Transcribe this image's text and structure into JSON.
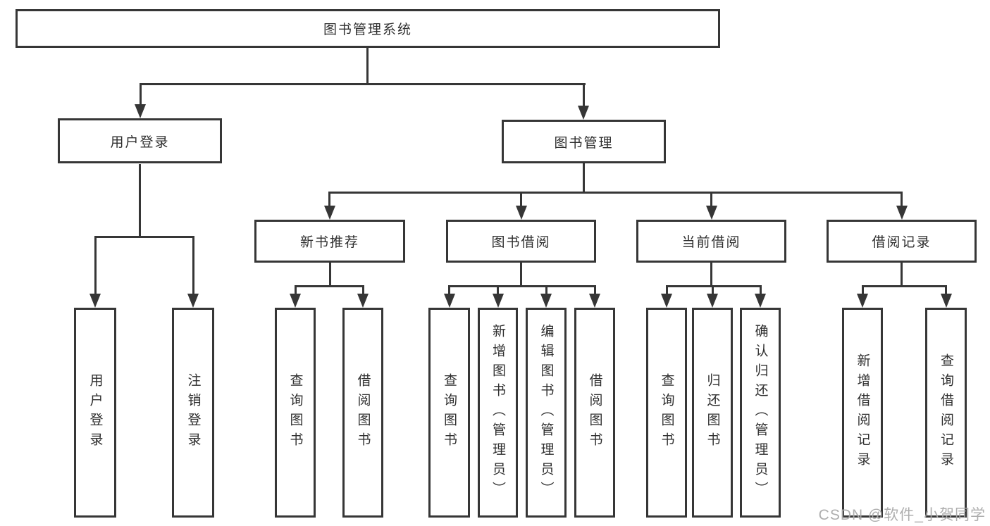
{
  "colors": {
    "background": "#ffffff",
    "line": "#363636",
    "box_border": "#363636",
    "text": "#2f2f2f",
    "watermark": "#aaaaaa"
  },
  "watermark": {
    "text": "CSDN @软件_小贺同学"
  },
  "tree": {
    "root": "图书管理系统",
    "children": [
      {
        "label": "用户登录",
        "children": [
          "用户登录",
          "注销登录"
        ]
      },
      {
        "label": "图书管理",
        "children": [
          {
            "label": "新书推荐",
            "children": [
              "查询图书",
              "借阅图书"
            ]
          },
          {
            "label": "图书借阅",
            "children": [
              "查询图书",
              "新增图书（管理员）",
              "编辑图书（管理员）",
              "借阅图书"
            ]
          },
          {
            "label": "当前借阅",
            "children": [
              "查询图书",
              "归还图书",
              "确认归还（管理员）"
            ]
          },
          {
            "label": "借阅记录",
            "children": [
              "新增借阅记录",
              "查询借阅记录"
            ]
          }
        ]
      }
    ]
  }
}
